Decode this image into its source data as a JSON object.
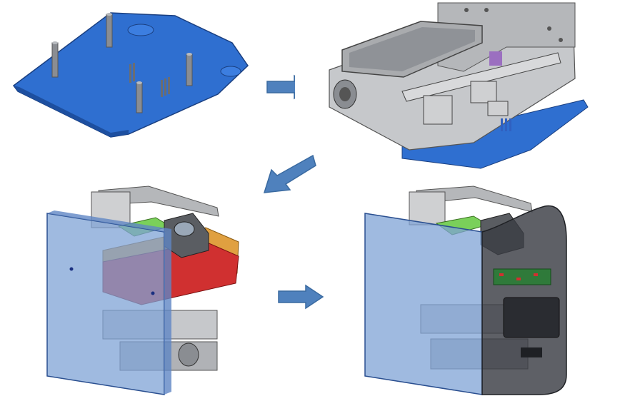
{
  "figure": {
    "steps": [
      {
        "name": "base-plate"
      },
      {
        "name": "frame-and-rail-assembly"
      },
      {
        "name": "electronics-and-side-panel"
      },
      {
        "name": "enclosed-device"
      }
    ],
    "arrows": [
      {
        "direction": "right",
        "from": 1,
        "to": 2
      },
      {
        "direction": "down-left",
        "from": 2,
        "to": 3
      },
      {
        "direction": "right",
        "from": 3,
        "to": 4
      }
    ],
    "colors": {
      "arrow_fill": "#4f81bd",
      "arrow_stroke": "#3a6aa0",
      "base_blue": "#2f6fd0",
      "metal_gray": "#b5b7ba",
      "panel_blue_translucent": "#7fa3d6",
      "pcb_green": "#7ad05a",
      "pcb_orange": "#e0a040",
      "pcb_red": "#d03030",
      "shell_dark": "#3a3d44"
    }
  }
}
